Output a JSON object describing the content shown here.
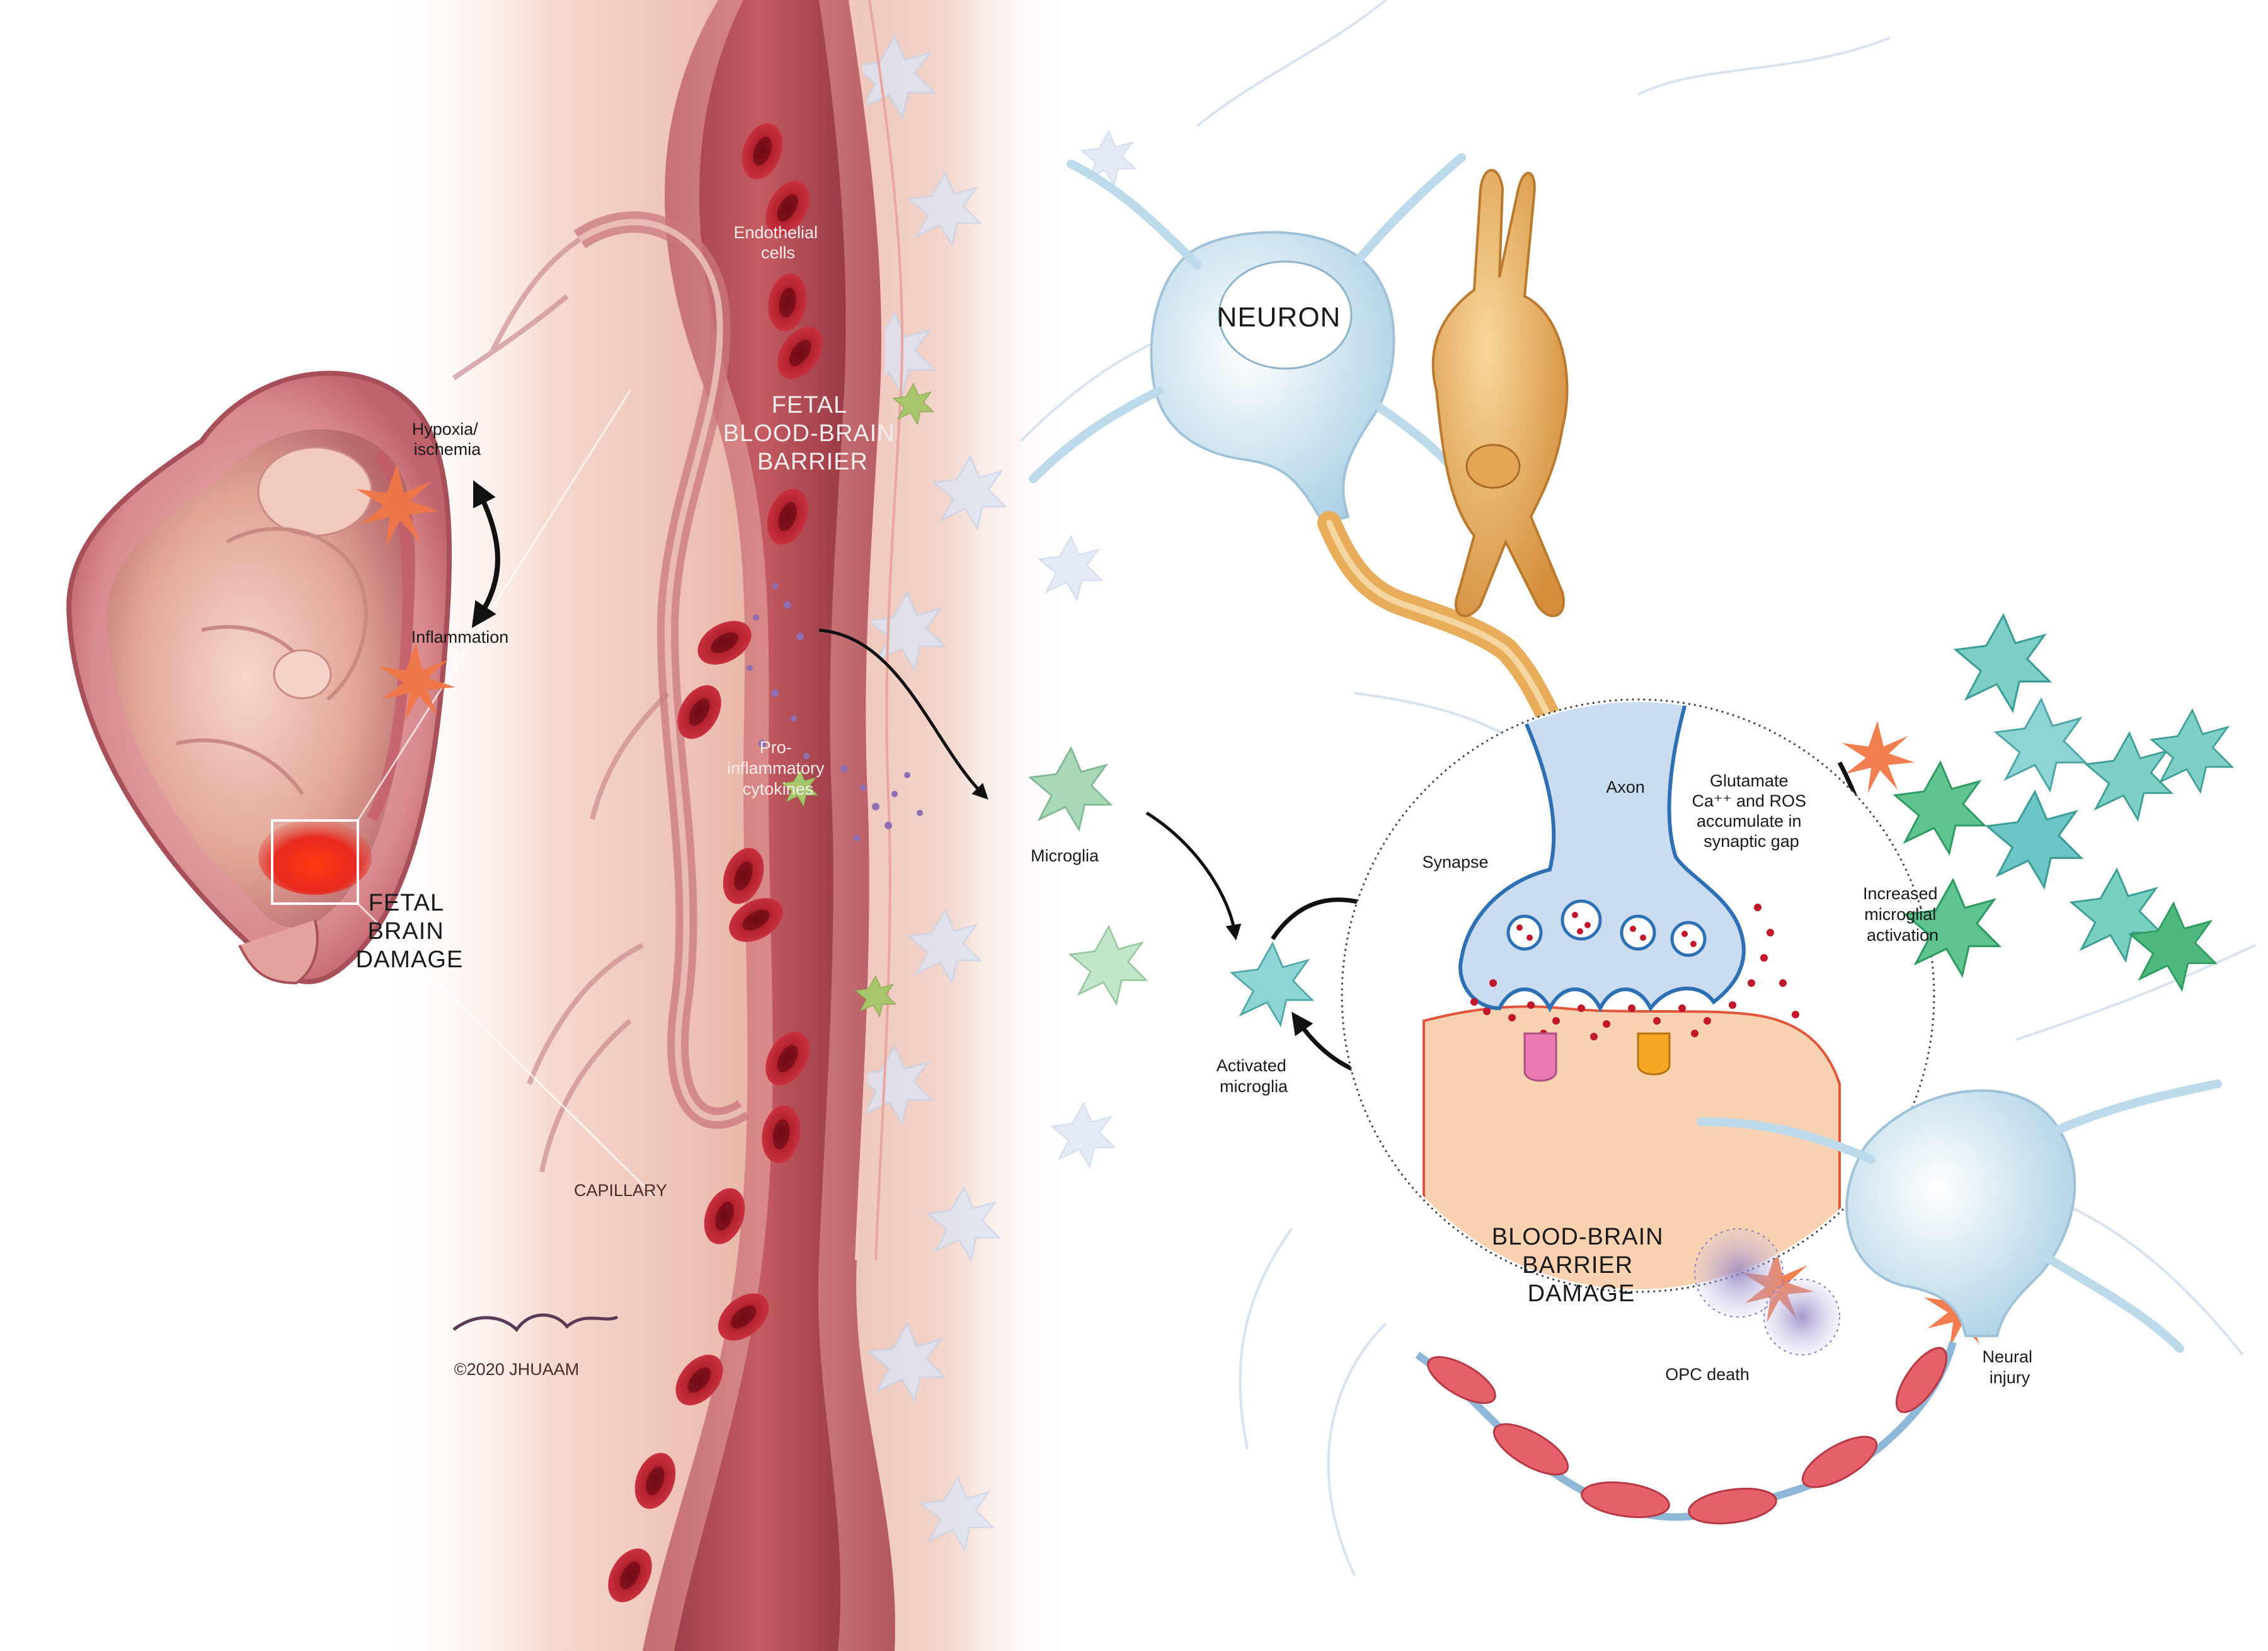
{
  "labels": {
    "endothelial": [
      "Endothelial",
      "cells"
    ],
    "fetal_bbb": [
      "FETAL",
      "BLOOD-BRAIN",
      "BARRIER"
    ],
    "hypoxia": [
      "Hypoxia/",
      "ischemia"
    ],
    "inflammation": "Inflammation",
    "fetal_brain_damage": [
      "FETAL",
      "BRAIN",
      "DAMAGE"
    ],
    "pro_inflammatory": [
      "Pro-",
      "inflammatory",
      "cytokines"
    ],
    "neuron": "NEURON",
    "microglia": "Microglia",
    "activated_microglia": [
      "Activated",
      "microglia"
    ],
    "axon": "Axon",
    "glutamate": [
      "Glutamate",
      "Ca⁺⁺ and ROS",
      "accumulate in",
      "synaptic gap"
    ],
    "synapse": "Synapse",
    "increased_microglial": [
      "Increased",
      "microglial",
      "activation"
    ],
    "capillary": "CAPILLARY",
    "bbb_damage": [
      "BLOOD-BRAIN",
      "BARRIER",
      "DAMAGE"
    ],
    "opc_death": "OPC death",
    "neural_injury": [
      "Neural",
      "injury"
    ],
    "copyright": "©2020 JHUAAM"
  },
  "colors": {
    "vessel_wall": "#b85a62",
    "blood": "#9c2a38",
    "rbc": "#b3202c",
    "neuron_blue": "#bcdaea",
    "neuron_gold": "#e7ad5a",
    "microglia_green": "#9ed3b6",
    "microglia_teal": "#6cc6c6",
    "star_orange": "#f07848",
    "axon_blue": "#2f6fb3"
  },
  "icons": [
    "fetus-illustration",
    "capillary-illustration",
    "neuron-illustration",
    "synapse-inset",
    "microglia-cell-icon",
    "starburst-icon",
    "myelin-axon-illustration"
  ]
}
